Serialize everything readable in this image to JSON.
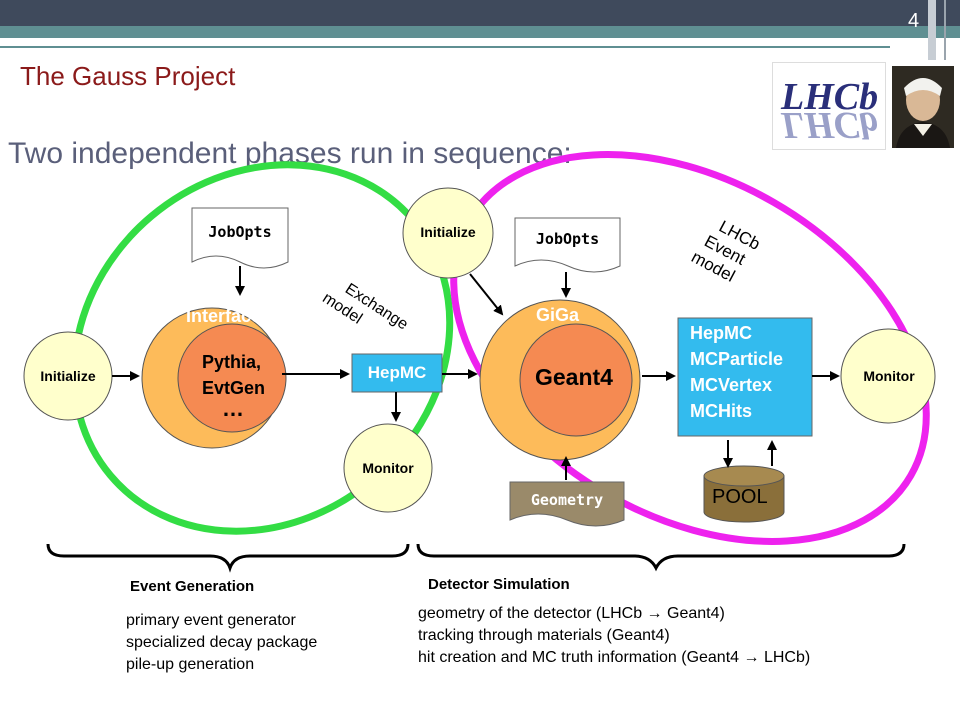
{
  "slide": {
    "page_number": "4",
    "title": "The Gauss Project",
    "subtitle": "Two independent phases run in sequence:"
  },
  "colors": {
    "header_dark": "#3f4a5c",
    "header_teal": "#5f8f92",
    "title_red": "#8b1a1a",
    "subtitle_gray": "#5a5f7a",
    "green_ring": "#33dd44",
    "magenta_ring": "#ee22ee",
    "outer_orange": "#fdbb5a",
    "inner_orange": "#f58a52",
    "light_circle": "#ffffcc",
    "cyan_box": "#33bbee",
    "geometry_box": "#9a8a6a",
    "pool_cylinder": "#8a6f3a"
  },
  "diagram": {
    "generation": {
      "initialize": "Initialize",
      "jobopts": "JobOpts",
      "interface": "Interface",
      "engine_line1": "Pythia,",
      "engine_line2": "EvtGen",
      "engine_more": "…",
      "hepmc": "HepMC",
      "monitor": "Monitor",
      "exchange_line1": "Exchange",
      "exchange_line2": "model"
    },
    "simulation": {
      "initialize": "Initialize",
      "jobopts": "JobOpts",
      "giga": "GiGa",
      "geant4": "Geant4",
      "geometry": "Geometry",
      "event_model_lines": [
        "HepMC",
        "MCParticle",
        "MCVertex",
        "MCHits"
      ],
      "lhcb_event_model": [
        "LHCb",
        "Event",
        "model"
      ],
      "pool": "POOL",
      "monitor": "Monitor"
    }
  },
  "sections": {
    "event_generation": {
      "heading": "Event Generation",
      "items": [
        "primary event generator",
        "specialized decay package",
        "pile-up generation"
      ]
    },
    "detector_simulation": {
      "heading": "Detector Simulation",
      "items": [
        "geometry of the detector (LHCb → Geant4)",
        "tracking through materials (Geant4)",
        "hit creation and MC truth information (Geant4 → LHCb)"
      ]
    }
  },
  "logos": {
    "lhcb_text": "LHCb",
    "portrait": "portrait-image"
  }
}
